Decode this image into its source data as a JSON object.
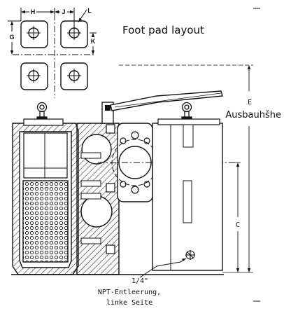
{
  "footpad": {
    "title": "Foot pad layout",
    "dim_h": "H",
    "dim_j": "J",
    "dim_l": "L",
    "dim_g": "G",
    "dim_k": "K"
  },
  "dims": {
    "e": "E",
    "ausbauhoehe": "Ausbauhšhe",
    "c": "C"
  },
  "drain": {
    "size": "1/4\"",
    "line1": "NPT-Entleerung,",
    "line2": "linke Seite"
  },
  "colors": {
    "line": "#111111",
    "hatch": "#222222",
    "paper": "#ffffff"
  }
}
